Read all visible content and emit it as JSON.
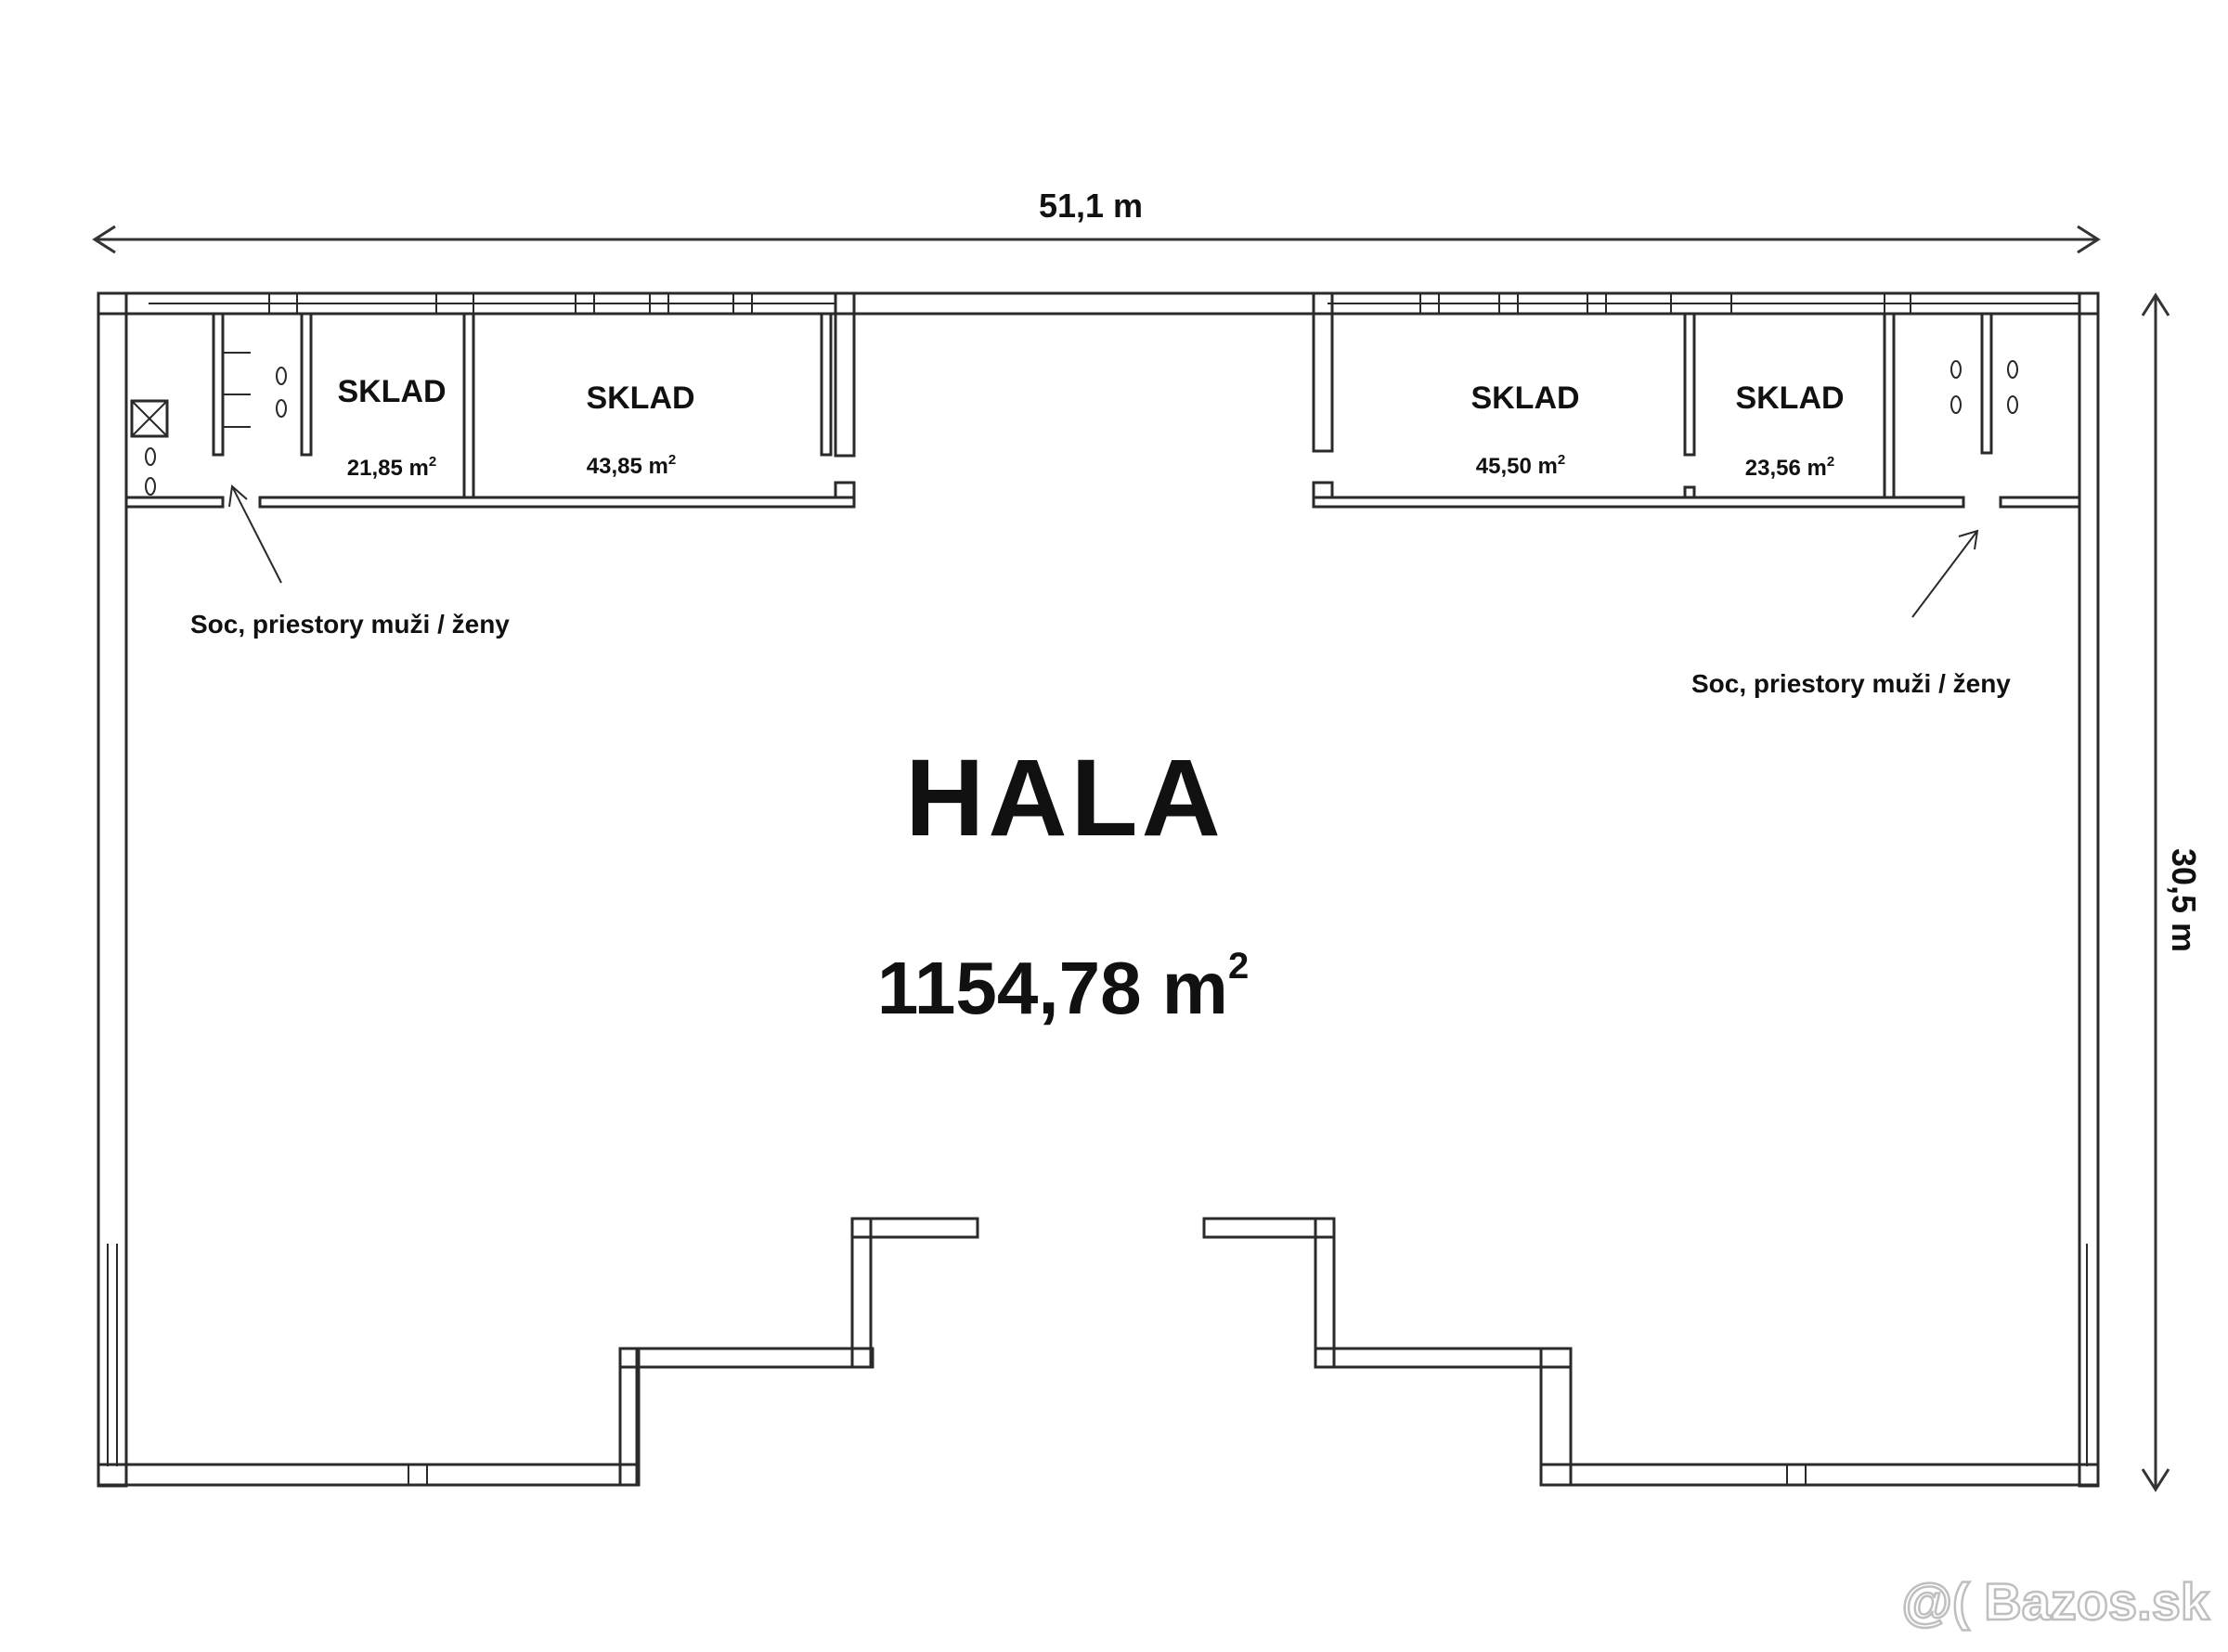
{
  "dimensions": {
    "width_label": "51,1 m",
    "height_label": "30,5 m"
  },
  "rooms": {
    "sklad_1": {
      "name": "SKLAD",
      "area": "21,85 m",
      "area_sup": "2"
    },
    "sklad_2": {
      "name": "SKLAD",
      "area": "43,85 m",
      "area_sup": "2"
    },
    "sklad_3": {
      "name": "SKLAD",
      "area": "45,50 m",
      "area_sup": "2"
    },
    "sklad_4": {
      "name": "SKLAD",
      "area": "23,56 m",
      "area_sup": "2"
    }
  },
  "hall": {
    "name": "HALA",
    "area": "1154,78 m",
    "area_sup": "2"
  },
  "annotations": {
    "left_social": "Soc, priestory muži / ženy",
    "right_social": "Soc, priestory muži / ženy"
  },
  "watermark": "@( Bazos.sk"
}
